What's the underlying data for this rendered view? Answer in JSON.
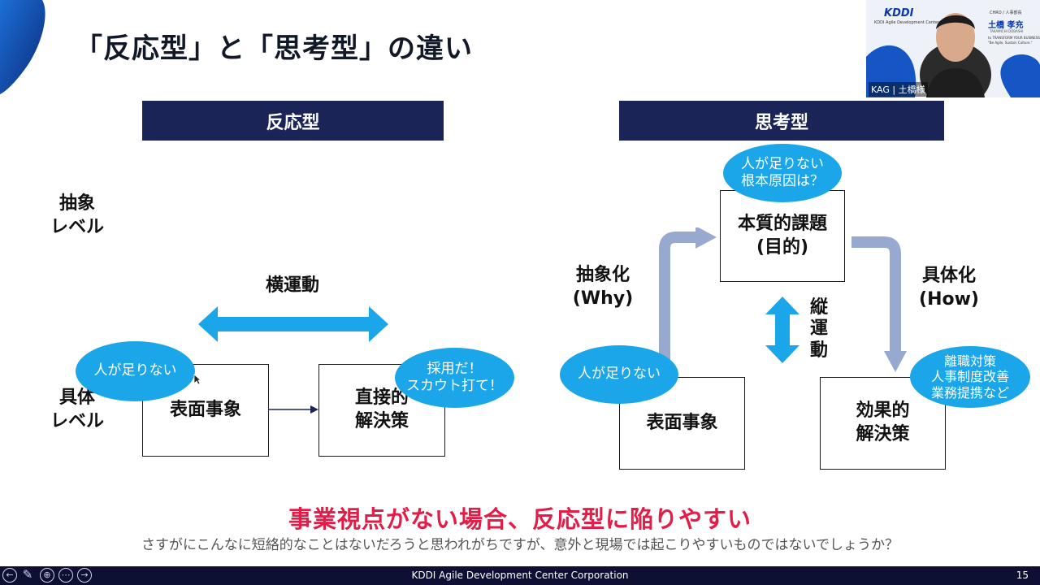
{
  "slide": {
    "title": "「反応型」と「思考型」の違い",
    "left_header": "反応型",
    "right_header": "思考型",
    "abstract_level": [
      "抽象",
      "レベル"
    ],
    "concrete_level": [
      "具体",
      "レベル"
    ],
    "horizontal_motion": "横運動",
    "left_bubble_problem": "人が足りない",
    "left_box_surface": "表面事象",
    "left_box_direct": [
      "直接的",
      "解決策"
    ],
    "left_bubble_solution": [
      "採用だ！",
      "スカウト打て！"
    ],
    "right_bubble_root": [
      "人が足りない",
      "根本原因は？"
    ],
    "right_box_essence": [
      "本質的課題",
      "(目的)"
    ],
    "abstraction_label": [
      "抽象化",
      "(Why)"
    ],
    "concretization_label": [
      "具体化",
      "(How)"
    ],
    "vertical_motion": [
      "縦",
      "運",
      "動"
    ],
    "right_bubble_problem": "人が足りない",
    "right_box_surface": "表面事象",
    "right_box_effective": [
      "効果的",
      "解決策"
    ],
    "right_bubble_solution": [
      "離職対策",
      "人事制度改善",
      "業務提携など"
    ],
    "warning": "事業視点がない場合、反応型に陥りやすい",
    "note": "さすがにこんなに短絡的なことはないだろうと思われがちですが、意外と現場では起こりやすいものではないでしょうか？"
  },
  "footer": {
    "company": "KDDI Agile Development Center Corporation",
    "page_number": "15",
    "controls": [
      "arrow-left-icon",
      "pen-icon",
      "zoom-icon",
      "more-icon",
      "arrow-right-icon"
    ]
  },
  "camera": {
    "brand": "KDDI",
    "brand_sub": "KDDI Agile Development Center",
    "role": "CHRO / 人事部長",
    "person_name": "土橋 孝充",
    "person_name_roman": "TAKAMICHI DOBASHI",
    "tagline_1": "to TRANSFORM YOUR BUSINESS",
    "tagline_2": "\"Be Agile, Sustain Culture.\"",
    "participant_label": "KAG | 土橋様"
  },
  "colors": {
    "header_navy": "#1a2456",
    "bubble_blue": "#1aa6e8",
    "arrow_steel": "#98a9cf",
    "warning_red": "#e11d48",
    "footer_bg": "#0e1033"
  }
}
